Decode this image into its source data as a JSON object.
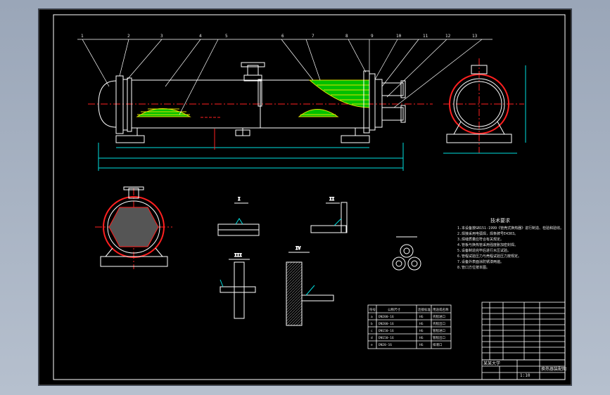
{
  "balloons": [
    "1",
    "2",
    "3",
    "4",
    "5",
    "6",
    "7",
    "8",
    "9",
    "10",
    "11",
    "12",
    "13"
  ],
  "tech_requirements": {
    "title": "技术要求",
    "lines": [
      "1.本设备按GB151-1999《管壳式换热器》进行制造、检验和验收。",
      "2.焊接采用电弧焊，焊条牌号E4303。",
      "3.焊缝质量应符合有关规定。",
      "4.管板与换热管采用强度胀加密封焊。",
      "5.设备制造完毕后进行水压试验。",
      "6.管程试验压力与壳程试验压力按规定。",
      "7.设备外表面涂防锈漆两遍。",
      "8.管口方位按本图。"
    ]
  },
  "nozzle_table": {
    "headers": [
      "符号",
      "公称尺寸",
      "连接标准",
      "用途或名称"
    ],
    "rows": [
      [
        "a",
        "DN200-16",
        "HG",
        "壳程进口"
      ],
      [
        "b",
        "DN200-16",
        "HG",
        "壳程出口"
      ],
      [
        "c",
        "DN150-16",
        "HG",
        "管程进口"
      ],
      [
        "d",
        "DN150-16",
        "HG",
        "管程出口"
      ],
      [
        "e",
        "DN20-16",
        "HG",
        "排液口"
      ]
    ]
  },
  "title_block": {
    "drawing_name": "换热器装配图",
    "company": "某某大学",
    "scale": "1:10"
  },
  "detail_labels": [
    "I",
    "II",
    "III",
    "IV"
  ],
  "colors": {
    "sheet": "#000000",
    "line": "#ffffff",
    "green": "#00c000",
    "yellow": "#e0e000",
    "red": "#ff2020",
    "cyan": "#00e0e0"
  }
}
